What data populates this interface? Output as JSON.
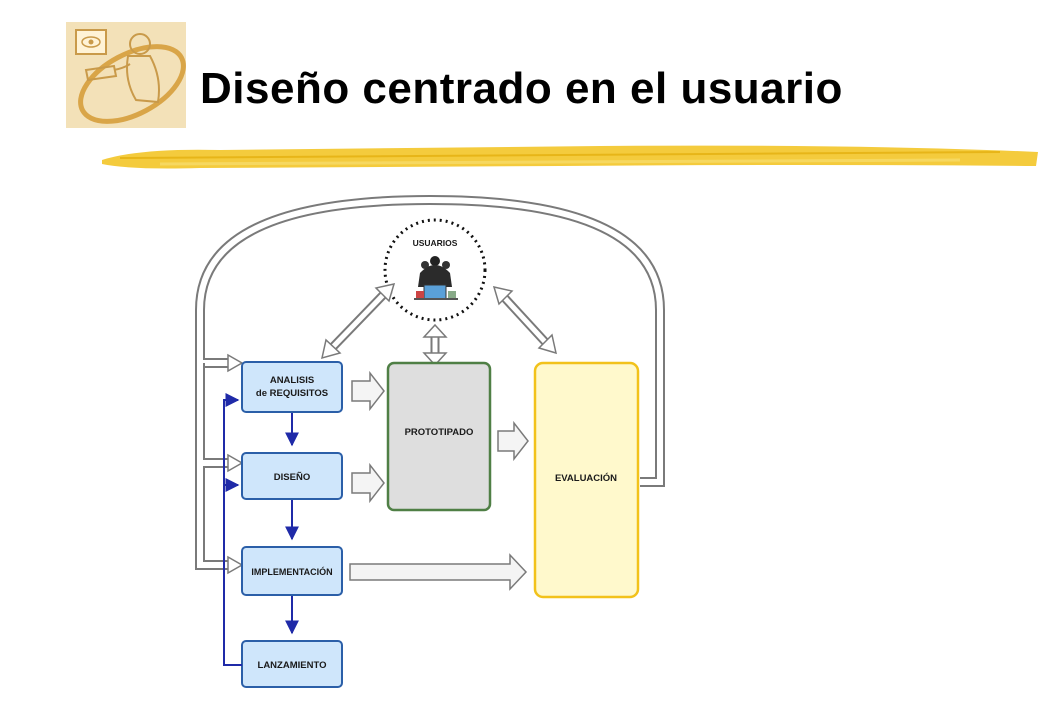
{
  "title": "Diseño centrado en el usuario",
  "diagram": {
    "usuarios": "USUARIOS",
    "analisis_line1": "ANALISIS",
    "analisis_line2": "de REQUISITOS",
    "diseno": "DISEÑO",
    "implementacion": "IMPLEMENTACIÓN",
    "lanzamiento": "LANZAMIENTO",
    "prototipado": "PROTOTIPADO",
    "evaluacion": "EVALUACIÓN"
  },
  "colors": {
    "stage_fill": "#cfe6fb",
    "stage_border": "#2b5fa8",
    "prototipado_fill": "#dedede",
    "prototipado_border": "#4f7f45",
    "evaluacion_fill": "#fff9cc",
    "evaluacion_border": "#f2c21b",
    "flow_line": "#1f2aa8",
    "highlighter": "#f2c21b"
  }
}
